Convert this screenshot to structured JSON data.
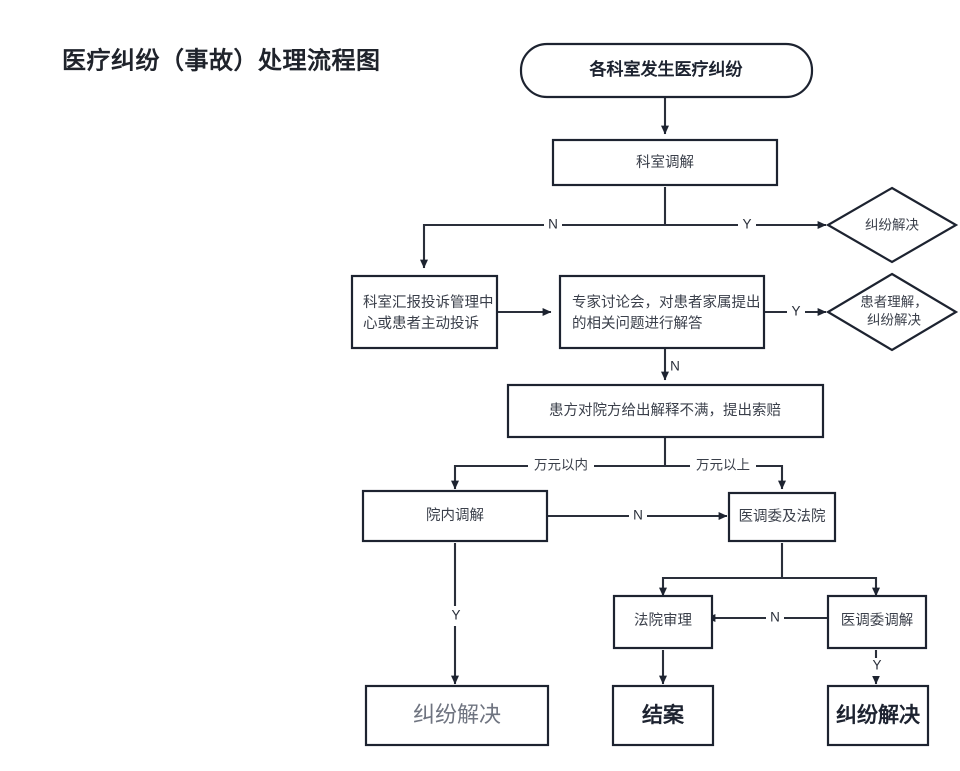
{
  "page": {
    "title": "医疗纠纷（事故）处理流程图",
    "background_color": "#ffffff",
    "line_color": "#2a2f3a"
  },
  "chart_data": {
    "type": "diagram",
    "diagram_type": "flowchart",
    "title": "医疗纠纷（事故）处理流程图",
    "orientation": "top-to-bottom",
    "nodes": [
      {
        "id": "n1",
        "label": "各科室发生医疗纠纷",
        "shape": "rounded-rectangle"
      },
      {
        "id": "n2",
        "label": "科室调解",
        "shape": "rectangle"
      },
      {
        "id": "n3",
        "label": "纠纷解决",
        "shape": "diamond"
      },
      {
        "id": "n4",
        "label": "科室汇报投诉管理中心或患者主动投诉",
        "shape": "rectangle"
      },
      {
        "id": "n5",
        "label": "专家讨论会，对患者家属提出的相关问题进行解答",
        "shape": "rectangle"
      },
      {
        "id": "n6",
        "label": "患者理解，纠纷解决",
        "shape": "diamond"
      },
      {
        "id": "n7",
        "label": "患方对院方给出解释不满，提出索赔",
        "shape": "rectangle"
      },
      {
        "id": "n8",
        "label": "院内调解",
        "shape": "rectangle"
      },
      {
        "id": "n9",
        "label": "医调委及法院",
        "shape": "rectangle"
      },
      {
        "id": "n10",
        "label": "法院审理",
        "shape": "rectangle"
      },
      {
        "id": "n11",
        "label": "医调委调解",
        "shape": "rectangle"
      },
      {
        "id": "n12",
        "label": "纠纷解决",
        "shape": "rectangle"
      },
      {
        "id": "n13",
        "label": "结案",
        "shape": "rectangle"
      },
      {
        "id": "n14",
        "label": "纠纷解决",
        "shape": "rectangle"
      }
    ],
    "edges": [
      {
        "from": "n1",
        "to": "n2",
        "label": ""
      },
      {
        "from": "n2",
        "to": "n3",
        "label": "Y"
      },
      {
        "from": "n2",
        "to": "n4",
        "label": "N"
      },
      {
        "from": "n4",
        "to": "n5",
        "label": ""
      },
      {
        "from": "n5",
        "to": "n6",
        "label": "Y"
      },
      {
        "from": "n5",
        "to": "n7",
        "label": "N"
      },
      {
        "from": "n7",
        "to": "n8",
        "label": "万元以内"
      },
      {
        "from": "n7",
        "to": "n9",
        "label": "万元以上"
      },
      {
        "from": "n8",
        "to": "n9",
        "label": "N"
      },
      {
        "from": "n8",
        "to": "n12",
        "label": "Y"
      },
      {
        "from": "n9",
        "to": "n10",
        "label": ""
      },
      {
        "from": "n9",
        "to": "n11",
        "label": ""
      },
      {
        "from": "n11",
        "to": "n10",
        "label": "N"
      },
      {
        "from": "n10",
        "to": "n13",
        "label": ""
      },
      {
        "from": "n11",
        "to": "n14",
        "label": "Y"
      }
    ],
    "edge_labels": {
      "y1": "Y",
      "n1": "N",
      "y2": "Y",
      "n2": "N",
      "amount_under": "万元以内",
      "amount_over": "万元以上",
      "n3": "N",
      "y3": "Y",
      "n4": "N",
      "y4": "Y"
    }
  }
}
